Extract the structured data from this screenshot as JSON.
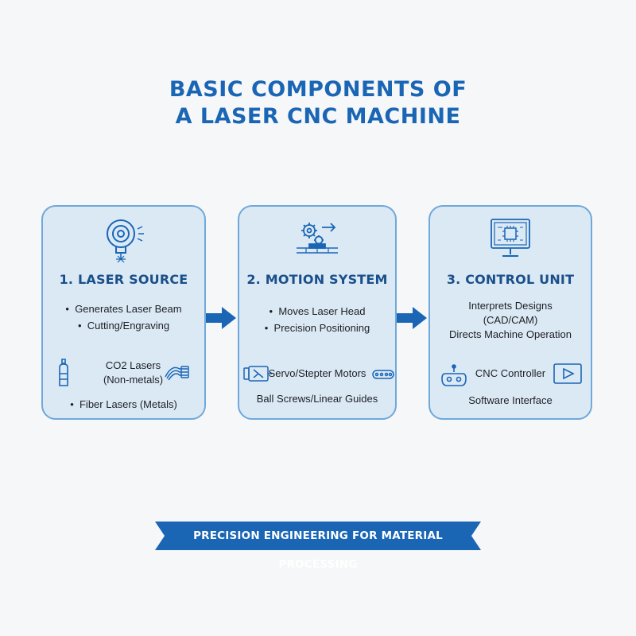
{
  "title": {
    "line1": "BASIC COMPONENTS OF",
    "line2": "A LASER CNC MACHINE"
  },
  "cards": [
    {
      "title": "1. LASER SOURCE",
      "bullets": [
        "Generates Laser Beam",
        "Cutting/Engraving"
      ],
      "co2_line1": "CO2 Lasers",
      "co2_line2": "(Non-metals)",
      "fiber": "Fiber Lasers (Metals)"
    },
    {
      "title": "2. MOTION SYSTEM",
      "bullets": [
        "Moves Laser Head",
        "Precision Positioning"
      ],
      "motors": "Servo/Stepter Motors",
      "guides": "Ball Screws/Linear Guides"
    },
    {
      "title": "3. CONTROL UNIT",
      "desc_line1": "Interprets Designs",
      "desc_line2": "(CAD/CAM)",
      "desc_line3": "Directs Machine Operation",
      "controller": "CNC Controller",
      "software": "Software Interface"
    }
  ],
  "banner": "PRECISION ENGINEERING FOR MATERIAL PROCESSING",
  "colors": {
    "accent": "#1a66b5",
    "card_bg": "#dbe9f5",
    "card_border": "#6fa8da",
    "banner": "#1a66b5"
  },
  "icons": [
    "laser-source-icon",
    "gears-icon",
    "computer-chip-icon",
    "gas-cylinder-icon",
    "fiber-cable-icon",
    "servo-motor-icon",
    "chain-icon",
    "joystick-icon",
    "video-play-icon",
    "right-arrow-icon"
  ]
}
